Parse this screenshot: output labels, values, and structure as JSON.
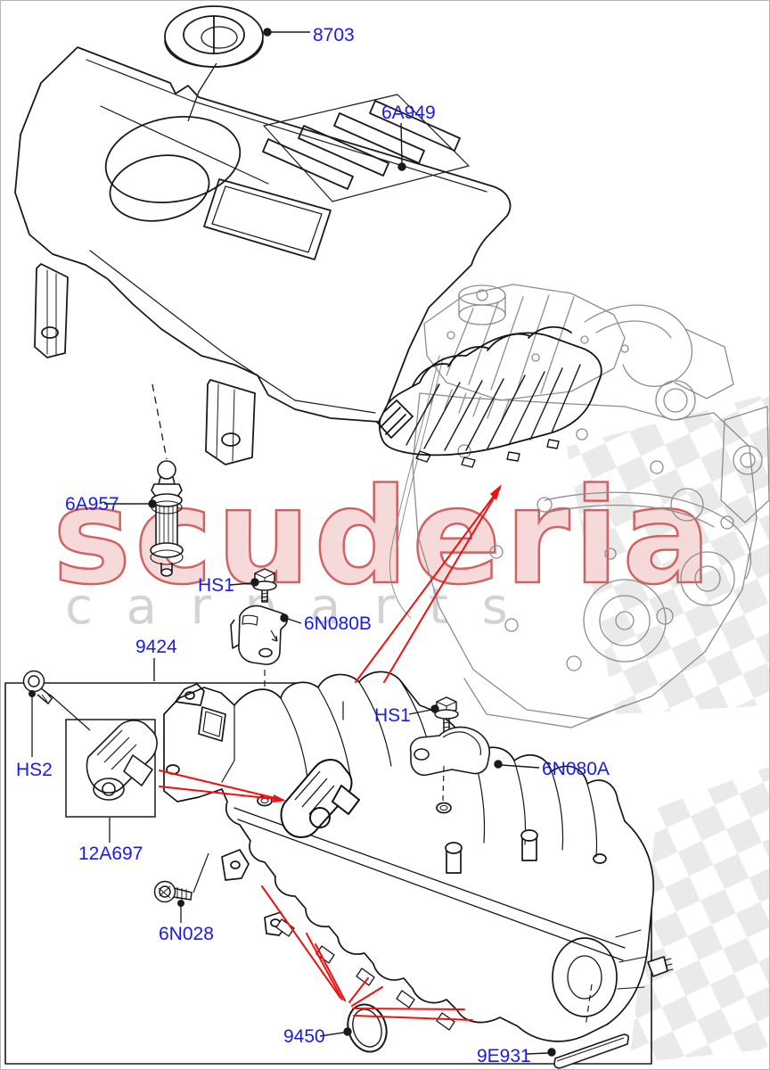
{
  "watermark": {
    "brand": "scuderia",
    "subtitle": "c a r   p a r t s",
    "brand_fill": "#f6d8d8",
    "brand_outline": "#d05a5a",
    "subtitle_color": "#cfcfcf",
    "checker_color": "#dedede"
  },
  "colors": {
    "label_blue": "#1b1be6",
    "pointer_red": "#ee1111",
    "line_black": "#1a1a1a",
    "engine_gray": "#8d8d8d"
  },
  "labels": [
    {
      "id": "8703",
      "text": "8703"
    },
    {
      "id": "6A949",
      "text": "6A949"
    },
    {
      "id": "6A957",
      "text": "6A957"
    },
    {
      "id": "HS1-left",
      "text": "HS1"
    },
    {
      "id": "6N080B",
      "text": "6N080B"
    },
    {
      "id": "9424",
      "text": "9424"
    },
    {
      "id": "HS2",
      "text": "HS2"
    },
    {
      "id": "12A697",
      "text": "12A697"
    },
    {
      "id": "6N028",
      "text": "6N028"
    },
    {
      "id": "HS1-right",
      "text": "HS1"
    },
    {
      "id": "6N080A",
      "text": "6N080A"
    },
    {
      "id": "9450",
      "text": "9450"
    },
    {
      "id": "9E931",
      "text": "9E931"
    }
  ]
}
